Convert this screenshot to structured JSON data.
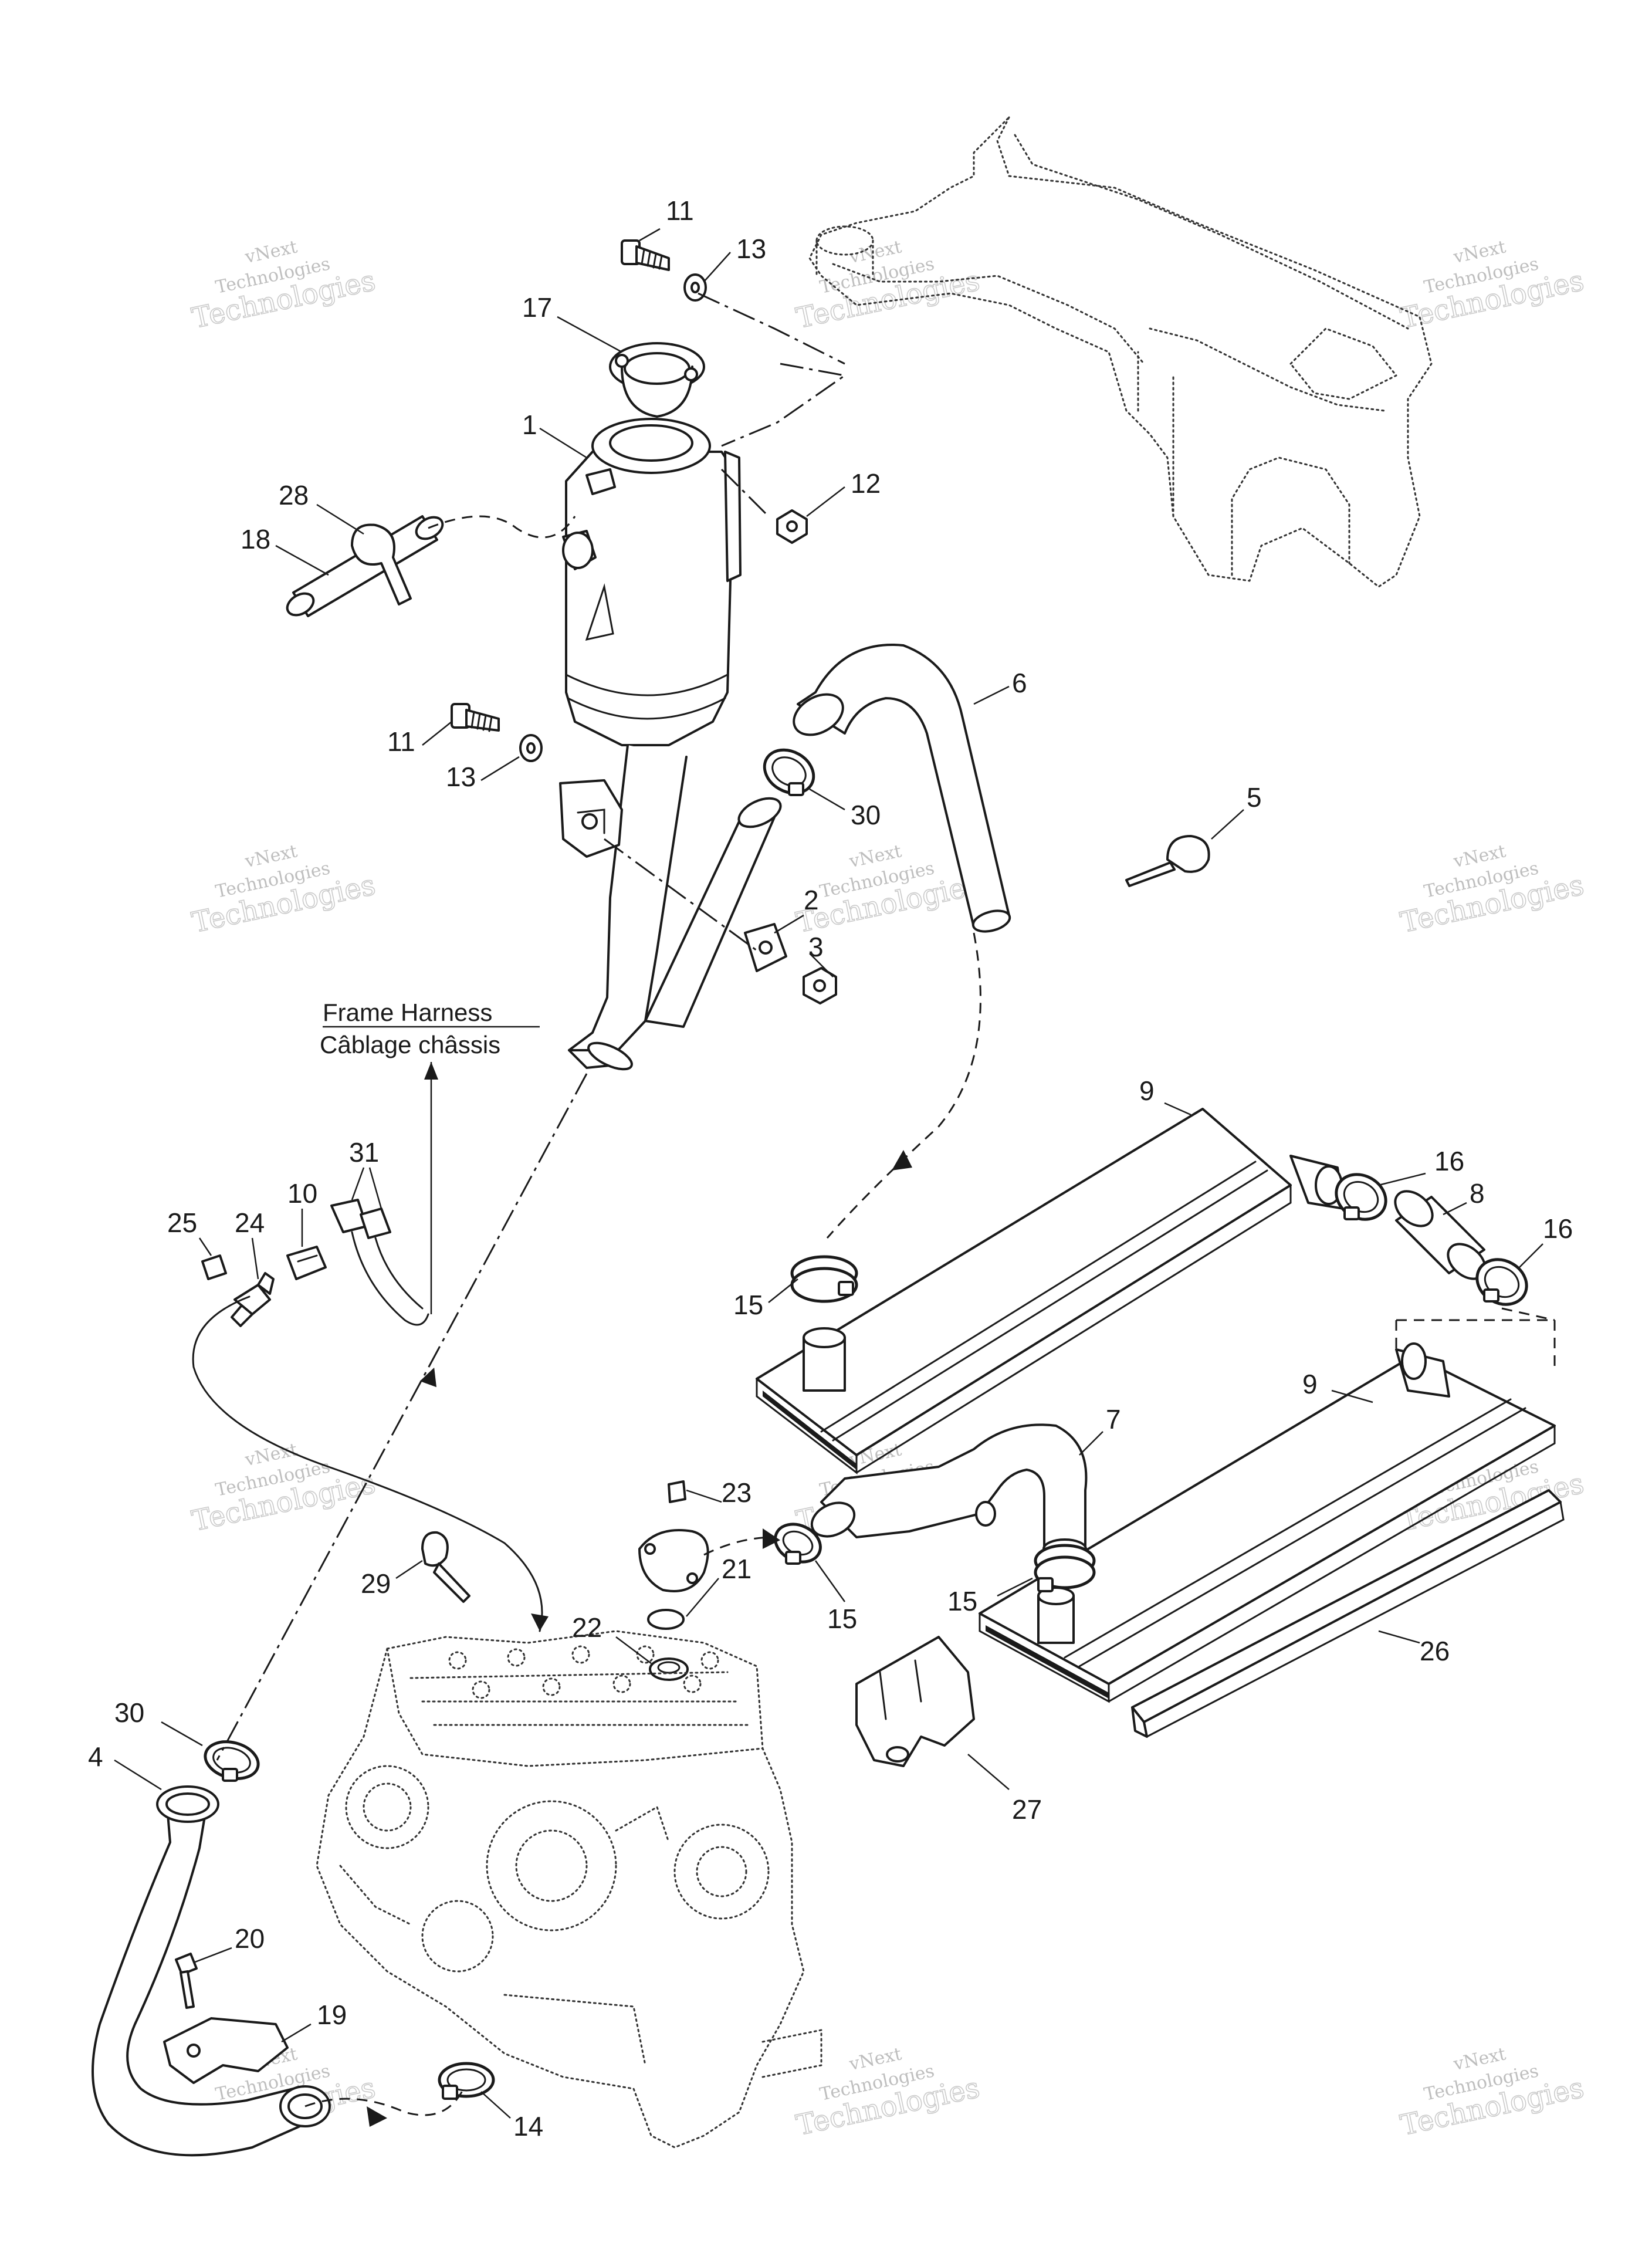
{
  "harness": {
    "en": "Frame Harness",
    "fr": "Câblage châssis"
  },
  "watermark": {
    "line1": "vNext",
    "line2": "Technologies",
    "big": "Technologies"
  },
  "callouts": {
    "c1": "1",
    "c2": "2",
    "c3": "3",
    "c4": "4",
    "c5": "5",
    "c6": "6",
    "c7": "7",
    "c8": "8",
    "c9a": "9",
    "c9b": "9",
    "c10": "10",
    "c11a": "11",
    "c11b": "11",
    "c12": "12",
    "c13a": "13",
    "c13b": "13",
    "c14": "14",
    "c15a": "15",
    "c15b": "15",
    "c15c": "15",
    "c16a": "16",
    "c16b": "16",
    "c17": "17",
    "c18": "18",
    "c19": "19",
    "c20": "20",
    "c21": "21",
    "c22": "22",
    "c23": "23",
    "c24": "24",
    "c25": "25",
    "c26": "26",
    "c27": "27",
    "c28": "28",
    "c29": "29",
    "c30a": "30",
    "c30b": "30",
    "c31": "31"
  }
}
